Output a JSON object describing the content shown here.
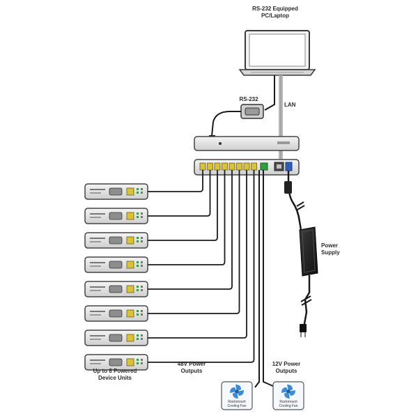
{
  "labels": {
    "pc_title_line1": "RS-232 Equipped",
    "pc_title_line2": "PC/Laptop",
    "rs232": "RS-232",
    "lan": "LAN",
    "power_supply_line1": "Power",
    "power_supply_line2": "Supply",
    "devices_line1": "Up to 8 Powered",
    "devices_line2": "Device Units",
    "out48_line1": "48V Power",
    "out48_line2": "Outputs",
    "out12_line1": "12V Power",
    "out12_line2": "Outputs",
    "fan1_line1": "Rackmount",
    "fan1_line2": "Cooling Fan",
    "fan2_line1": "Rackmount",
    "fan2_line2": "Cooling Fan"
  },
  "device_unit_count": 8,
  "colors": {
    "cable": "#1a1a1a",
    "lan_cable": "#b8b8b8",
    "port_yellow": "#d9c23a",
    "port_green": "#2e9e3e",
    "port_blue": "#2f5db8",
    "fan_blue": "#3b8bd6"
  }
}
